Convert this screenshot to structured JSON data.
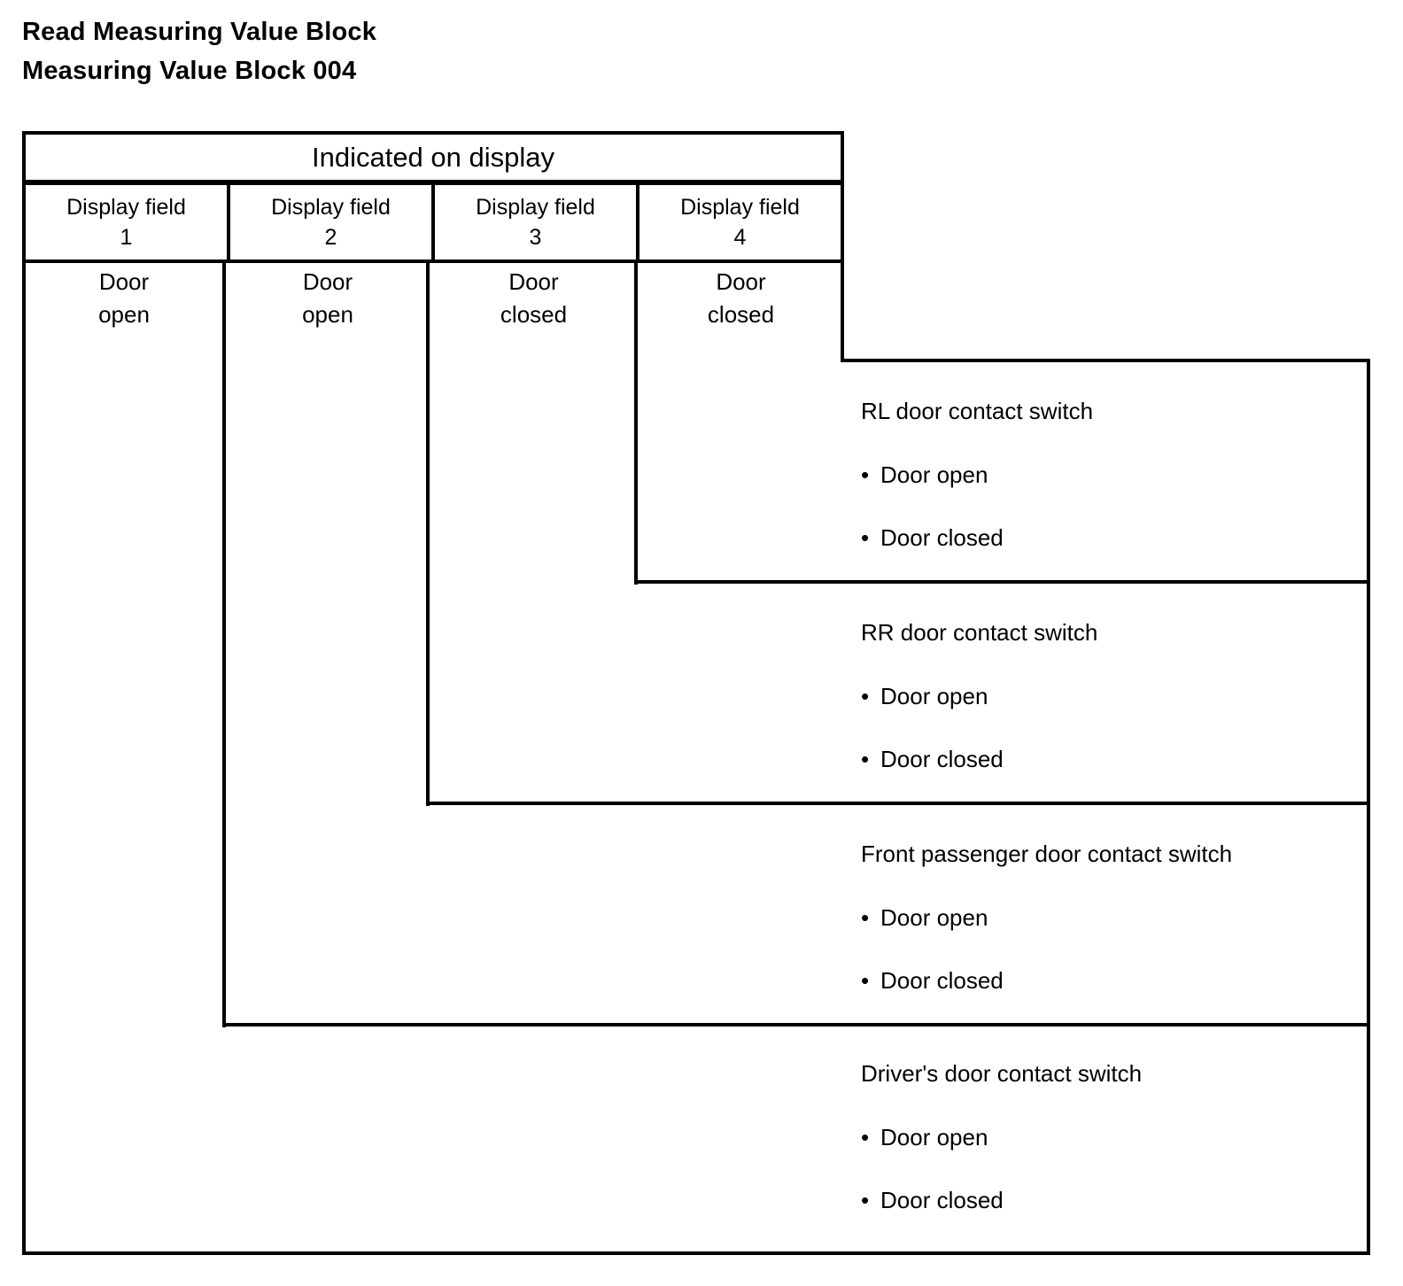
{
  "title": {
    "line1": "Read Measuring Value Block",
    "line2": "Measuring Value Block 004"
  },
  "table": {
    "group_header": "Indicated on display",
    "columns": [
      {
        "label_line1": "Display field",
        "label_line2": "1",
        "value_line1": "Door",
        "value_line2": "open"
      },
      {
        "label_line1": "Display field",
        "label_line2": "2",
        "value_line1": "Door",
        "value_line2": "open"
      },
      {
        "label_line1": "Display field",
        "label_line2": "3",
        "value_line1": "Door",
        "value_line2": "closed"
      },
      {
        "label_line1": "Display field",
        "label_line2": "4",
        "value_line1": "Door",
        "value_line2": "closed"
      }
    ]
  },
  "panels": [
    {
      "title": "RL door contact switch",
      "bullet_glyph": "•",
      "bullets": [
        "Door open",
        "Door closed"
      ]
    },
    {
      "title": "RR door contact switch",
      "bullet_glyph": "•",
      "bullets": [
        "Door open",
        "Door closed"
      ]
    },
    {
      "title": "Front passenger door contact switch",
      "bullet_glyph": "•",
      "bullets": [
        "Door open",
        "Door closed"
      ]
    },
    {
      "title": "Driver's door contact switch",
      "bullet_glyph": "•",
      "bullets": [
        "Door open",
        "Door closed"
      ]
    }
  ],
  "colors": {
    "line": "#000000",
    "background": "#ffffff",
    "text": "#000000"
  }
}
